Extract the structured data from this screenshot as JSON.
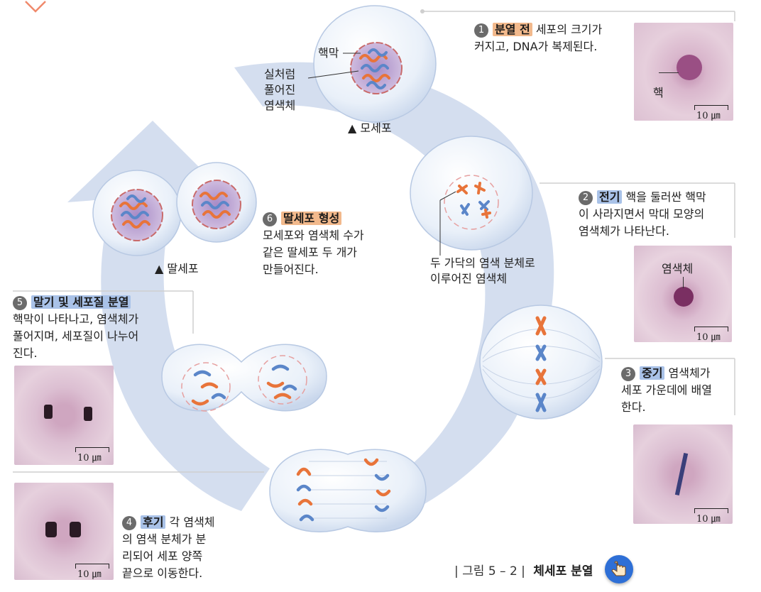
{
  "steps": {
    "s1": {
      "num": "1",
      "tag": "분열 전",
      "text": " 세포의 크기가",
      "text2": "커지고, DNA가 복제된다."
    },
    "s2": {
      "num": "2",
      "tag": "전기",
      "text": " 핵을 둘러싼 핵막",
      "text2": "이 사라지면서 막대 모양의",
      "text3": "염색체가 나타난다."
    },
    "s3": {
      "num": "3",
      "tag": "중기",
      "text": " 염색체가",
      "text2": "세포 가운데에 배열",
      "text3": "한다."
    },
    "s4": {
      "num": "4",
      "tag": "후기",
      "text": " 각 염색체",
      "text2": "의 염색 분체가 분",
      "text3": "리되어 세포 양쪽",
      "text4": "끝으로 이동한다."
    },
    "s5": {
      "num": "5",
      "tag": "말기 및 세포질 분열",
      "text": "핵막이 나타나고, 염색체가",
      "text2": "풀어지며, 세포질이 나누어",
      "text3": "진다."
    },
    "s6": {
      "num": "6",
      "tag": "딸세포 형성",
      "text": "모세포와 염색체 수가",
      "text2": "같은 딸세포 두 개가",
      "text3": "만들어진다."
    }
  },
  "labels": {
    "membrane": "핵막",
    "loose_chromosome_1": "실처럼",
    "loose_chromosome_2": "풀어진",
    "loose_chromosome_3": "염색체",
    "mother_cell": "▲ 모세포",
    "daughter_cell": "▲ 딸세포",
    "two_chromatid_1": "두 가닥의 염색 분체로",
    "two_chromatid_2": "이루어진 염색체",
    "nucleus": "핵",
    "chromosome": "염색체",
    "scale": "10 ㎛"
  },
  "caption": {
    "prefix": "| 그림 5 – 2 |",
    "title": "체세포 분열"
  },
  "colors": {
    "arrow": "#c6d3e9",
    "cell": "#e7eef8",
    "chromosome_blue": "#5b86c9",
    "chromosome_orange": "#e8743a",
    "micro_bg": "#d8b7cc",
    "micro_stain": "#8a3d70",
    "tag_blue": "#a9c2e8",
    "tag_orange": "#f2b98c",
    "hand_button": "#2e6fd6"
  },
  "icons": {
    "hand": "pointing-hand-icon",
    "corner": "chevron-down-icon"
  }
}
